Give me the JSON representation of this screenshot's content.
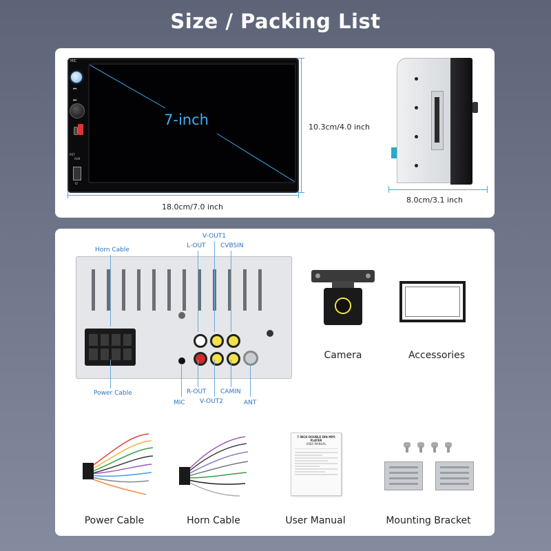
{
  "header": {
    "title": "Size / Packing List"
  },
  "front_view": {
    "screen_label": "7-inch",
    "panel_labels": {
      "mic": "MIC",
      "rst": "RST",
      "aux": "AUX",
      "usb": "U"
    }
  },
  "dimensions": {
    "height": "10.3cm/4.0 inch",
    "width": "18.0cm/7.0 inch",
    "depth": "8.0cm/3.1 inch"
  },
  "rear_ports": {
    "horn_cable": "Horn Cable",
    "power_cable": "Power Cable",
    "l_out": "L-OUT",
    "v_out1": "V-OUT1",
    "cvbsin": "CVBSIN",
    "r_out": "R-OUT",
    "mic": "MIC",
    "v_out2": "V-OUT2",
    "camin": "CAMIN",
    "ant": "ANT"
  },
  "packing_items": [
    {
      "label": "Camera"
    },
    {
      "label": "Accessories"
    },
    {
      "label": "Power Cable"
    },
    {
      "label": "Horn Cable"
    },
    {
      "label": "User Manual"
    },
    {
      "label": "Mounting Bracket"
    }
  ],
  "manual": {
    "title_line1": "7 INCH DOUBLE DIN MP5 PLAYER",
    "title_line2": "USER MANUAL"
  },
  "colors": {
    "background_top": "#5e6478",
    "panel": "#ffffff",
    "dimension_line": "#4aa3e0",
    "port_label": "#2a72c0"
  }
}
